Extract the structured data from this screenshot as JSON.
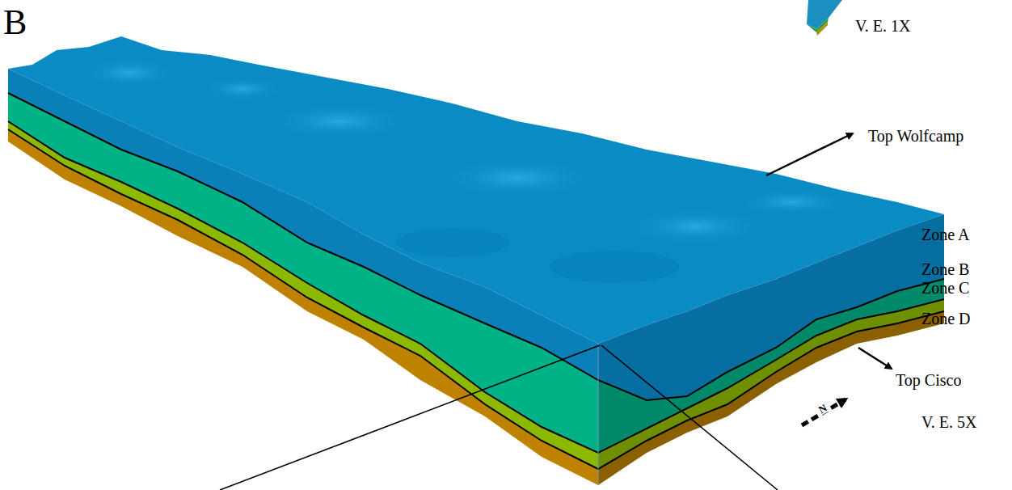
{
  "diagram": {
    "labels": [
      "B",
      "V. E. 1X",
      "Top Wolfcamp",
      "Zone A",
      "Zone B",
      "Zone C",
      "Zone D",
      "Top Cisco",
      "N",
      "V. E. 5X"
    ]
  }
}
